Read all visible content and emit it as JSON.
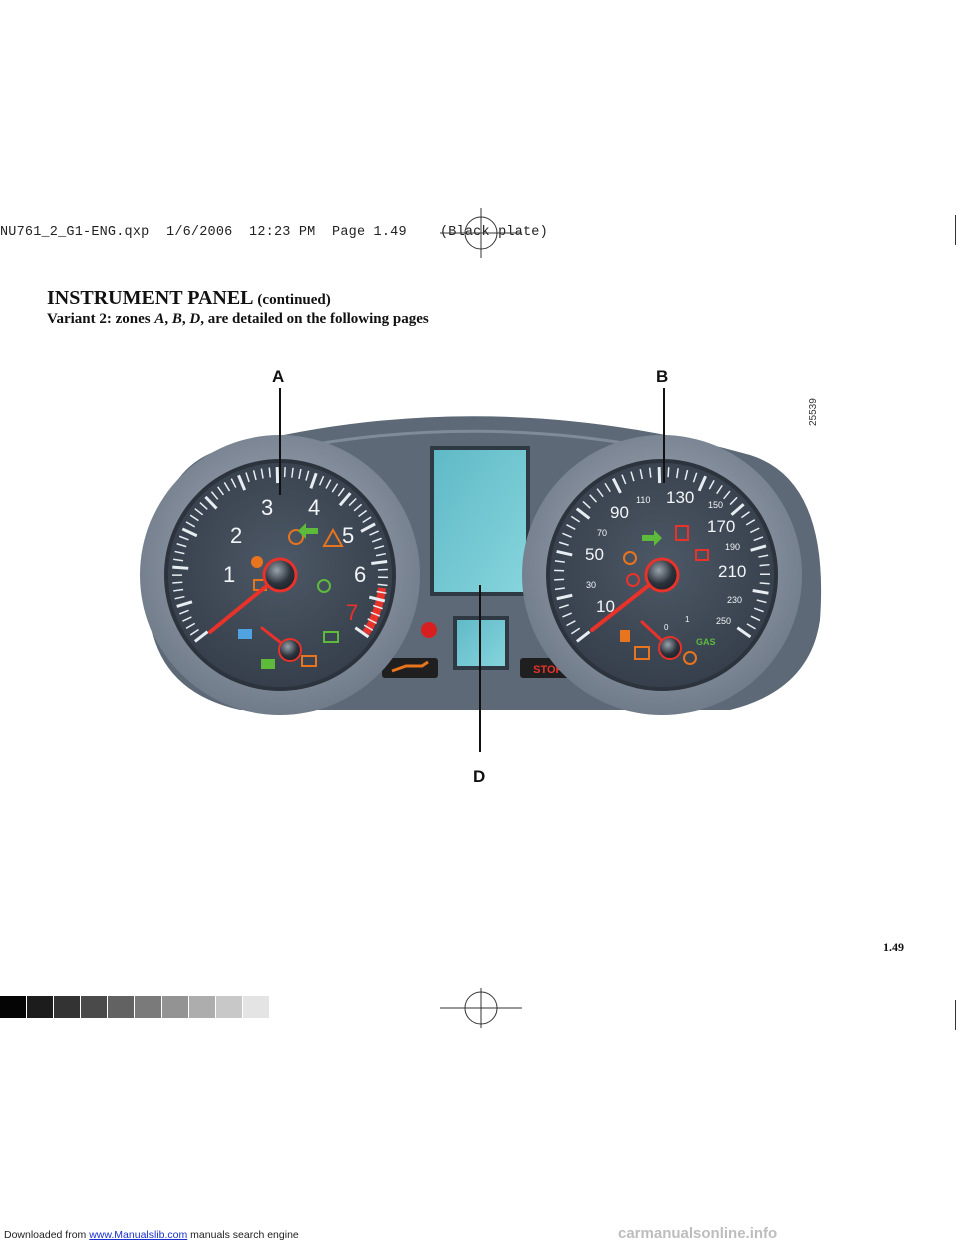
{
  "print_header": "NU761_2_G1-ENG.qxp  1/6/2006  12:23 PM  Page 1.49    (Black plate)",
  "page": {
    "title": "INSTRUMENT PANEL",
    "title_suffix": "(continued)",
    "subtitle": {
      "prefix": "Variant 2: zones ",
      "zone_a": "A",
      "sep1": ", ",
      "zone_b": "B",
      "sep2": ", ",
      "zone_d": "D",
      "suffix": ", are detailed on the following pages"
    },
    "page_number": "1.49"
  },
  "figure": {
    "callouts": {
      "a": "A",
      "b": "B",
      "d": "D"
    },
    "reference_number": "25539",
    "tachometer": {
      "numbers": [
        "1",
        "2",
        "3",
        "4",
        "5",
        "6",
        "7"
      ]
    },
    "speedometer": {
      "major": [
        "10",
        "30",
        "50",
        "70",
        "90",
        "110",
        "130",
        "150",
        "170",
        "190",
        "210",
        "230",
        "250"
      ],
      "gas_label": "GAS",
      "fuel_marks": [
        "0",
        "1"
      ]
    },
    "stop_label": "STOP",
    "colors": {
      "panel": "#5f6b78",
      "dial": "#3e4855",
      "bezel": "#8a95a3",
      "screen": "#6fc7d1",
      "needle": "#e8322a",
      "warning_orange": "#e8741e",
      "warning_green": "#5dba3b",
      "indicator_blue": "#4fa3e0"
    }
  },
  "footer": {
    "prefix": "Downloaded from ",
    "link": "www.Manualslib.com",
    "suffix": "  manuals search engine"
  },
  "watermark": "carmanualsonline.info"
}
